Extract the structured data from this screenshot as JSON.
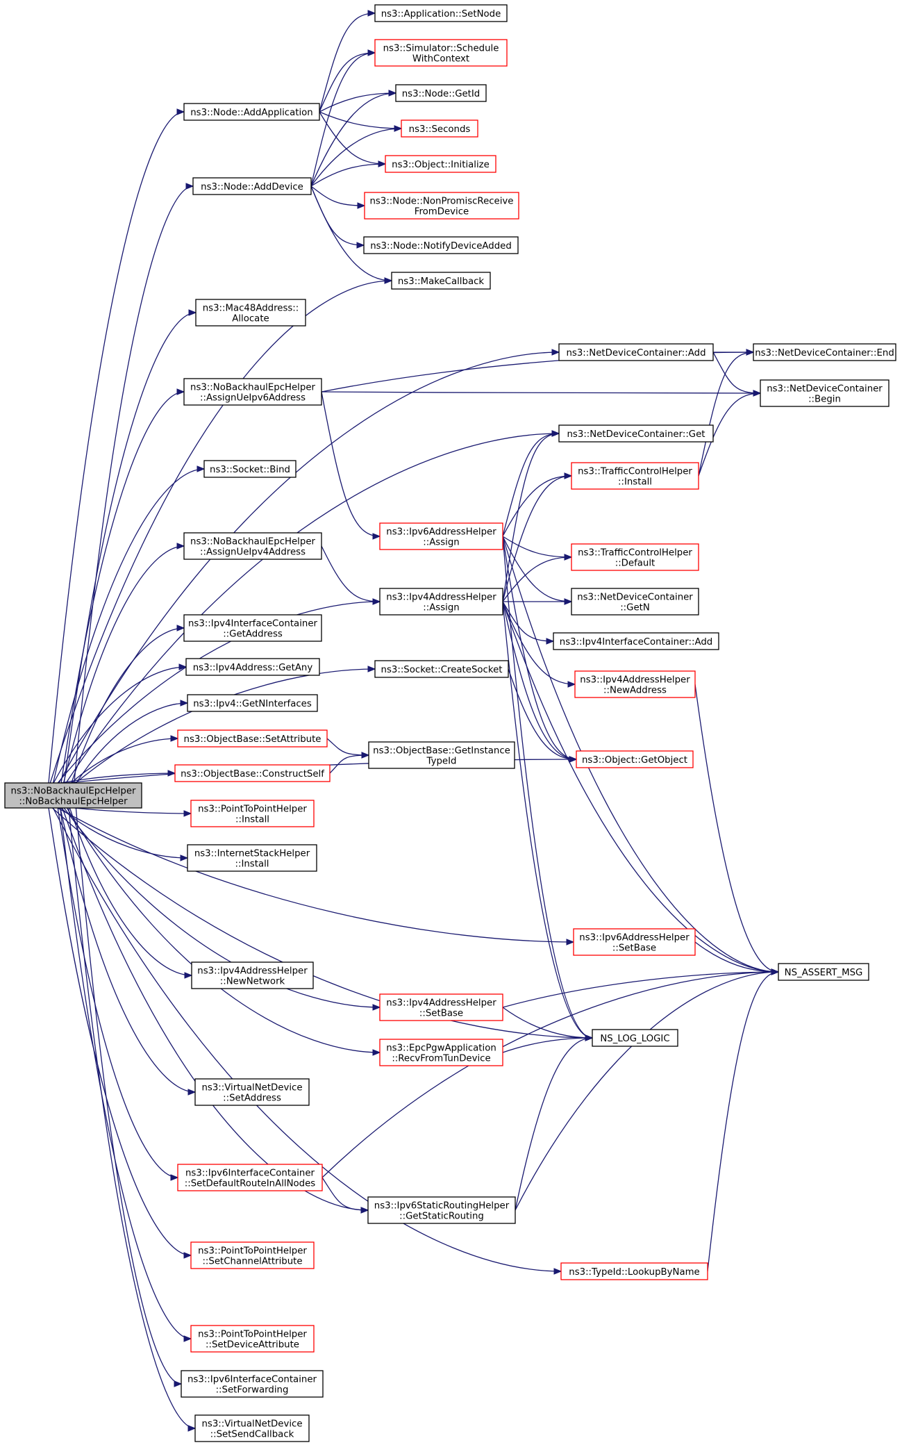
{
  "colors": {
    "edge": "#191970",
    "node_border_default": "#000000",
    "node_border_truncated": "#ff0000",
    "root_fill": "#bfbfbf",
    "background": "#ffffff"
  },
  "nodes": [
    {
      "id": "root",
      "label": [
        "ns3::NoBackhaulEpcHelper",
        "::NoBackhaulEpcHelper"
      ],
      "style": "root"
    },
    {
      "id": "app_setnode",
      "label": [
        "ns3::Application::SetNode"
      ],
      "style": "black"
    },
    {
      "id": "sched_ctx",
      "label": [
        "ns3::Simulator::Schedule",
        "WithContext"
      ],
      "style": "red"
    },
    {
      "id": "node_getid",
      "label": [
        "ns3::Node::GetId"
      ],
      "style": "black"
    },
    {
      "id": "node_addapp",
      "label": [
        "ns3::Node::AddApplication"
      ],
      "style": "black"
    },
    {
      "id": "seconds",
      "label": [
        "ns3::Seconds"
      ],
      "style": "red"
    },
    {
      "id": "obj_init",
      "label": [
        "ns3::Object::Initialize"
      ],
      "style": "red"
    },
    {
      "id": "node_adddev",
      "label": [
        "ns3::Node::AddDevice"
      ],
      "style": "black"
    },
    {
      "id": "node_nonprom",
      "label": [
        "ns3::Node::NonPromiscReceive",
        "FromDevice"
      ],
      "style": "red"
    },
    {
      "id": "node_notify",
      "label": [
        "ns3::Node::NotifyDeviceAdded"
      ],
      "style": "black"
    },
    {
      "id": "makecb",
      "label": [
        "ns3::MakeCallback"
      ],
      "style": "black"
    },
    {
      "id": "mac48",
      "label": [
        "ns3::Mac48Address::",
        "Allocate"
      ],
      "style": "black"
    },
    {
      "id": "ndc_add",
      "label": [
        "ns3::NetDeviceContainer::Add"
      ],
      "style": "black"
    },
    {
      "id": "ndc_end",
      "label": [
        "ns3::NetDeviceContainer::End"
      ],
      "style": "black"
    },
    {
      "id": "assign_v6",
      "label": [
        "ns3::NoBackhaulEpcHelper",
        "::AssignUeIpv6Address"
      ],
      "style": "black"
    },
    {
      "id": "ndc_begin",
      "label": [
        "ns3::NetDeviceContainer",
        "::Begin"
      ],
      "style": "black"
    },
    {
      "id": "ndc_get",
      "label": [
        "ns3::NetDeviceContainer::Get"
      ],
      "style": "black"
    },
    {
      "id": "sock_bind",
      "label": [
        "ns3::Socket::Bind"
      ],
      "style": "black"
    },
    {
      "id": "tch_install",
      "label": [
        "ns3::TrafficControlHelper",
        "::Install"
      ],
      "style": "red"
    },
    {
      "id": "v6ah_assign",
      "label": [
        "ns3::Ipv6AddressHelper",
        "::Assign"
      ],
      "style": "red"
    },
    {
      "id": "assign_v4",
      "label": [
        "ns3::NoBackhaulEpcHelper",
        "::AssignUeIpv4Address"
      ],
      "style": "black"
    },
    {
      "id": "tch_default",
      "label": [
        "ns3::TrafficControlHelper",
        "::Default"
      ],
      "style": "red"
    },
    {
      "id": "v4ah_assign",
      "label": [
        "ns3::Ipv4AddressHelper",
        "::Assign"
      ],
      "style": "black"
    },
    {
      "id": "ndc_getn",
      "label": [
        "ns3::NetDeviceContainer",
        "::GetN"
      ],
      "style": "black"
    },
    {
      "id": "v4ic_getaddr",
      "label": [
        "ns3::Ipv4InterfaceContainer",
        "::GetAddress"
      ],
      "style": "black"
    },
    {
      "id": "v4ic_add",
      "label": [
        "ns3::Ipv4InterfaceContainer::Add"
      ],
      "style": "black"
    },
    {
      "id": "sock_create",
      "label": [
        "ns3::Socket::CreateSocket"
      ],
      "style": "black"
    },
    {
      "id": "v4a_getany",
      "label": [
        "ns3::Ipv4Address::GetAny"
      ],
      "style": "black"
    },
    {
      "id": "v4ah_newaddr",
      "label": [
        "ns3::Ipv4AddressHelper",
        "::NewAddress"
      ],
      "style": "red"
    },
    {
      "id": "ipv4_getn",
      "label": [
        "ns3::Ipv4::GetNInterfaces"
      ],
      "style": "black"
    },
    {
      "id": "ob_setattr",
      "label": [
        "ns3::ObjectBase::SetAttribute"
      ],
      "style": "red"
    },
    {
      "id": "ob_getinst",
      "label": [
        "ns3::ObjectBase::GetInstance",
        "TypeId"
      ],
      "style": "black"
    },
    {
      "id": "ob_construct",
      "label": [
        "ns3::ObjectBase::ConstructSelf"
      ],
      "style": "red"
    },
    {
      "id": "obj_getobj",
      "label": [
        "ns3::Object::GetObject"
      ],
      "style": "red"
    },
    {
      "id": "p2p_install",
      "label": [
        "ns3::PointToPointHelper",
        "::Install"
      ],
      "style": "red"
    },
    {
      "id": "ish_install",
      "label": [
        "ns3::InternetStackHelper",
        "::Install"
      ],
      "style": "black"
    },
    {
      "id": "v6ah_setbase",
      "label": [
        "ns3::Ipv6AddressHelper",
        "::SetBase"
      ],
      "style": "red"
    },
    {
      "id": "assert_msg",
      "label": [
        "NS_ASSERT_MSG"
      ],
      "style": "black"
    },
    {
      "id": "v4ah_newnet",
      "label": [
        "ns3::Ipv4AddressHelper",
        "::NewNetwork"
      ],
      "style": "black"
    },
    {
      "id": "v4ah_setbase",
      "label": [
        "ns3::Ipv4AddressHelper",
        "::SetBase"
      ],
      "style": "red"
    },
    {
      "id": "log_logic",
      "label": [
        "NS_LOG_LOGIC"
      ],
      "style": "black"
    },
    {
      "id": "epc_recv",
      "label": [
        "ns3::EpcPgwApplication",
        "::RecvFromTunDevice"
      ],
      "style": "red"
    },
    {
      "id": "vnd_setaddr",
      "label": [
        "ns3::VirtualNetDevice",
        "::SetAddress"
      ],
      "style": "black"
    },
    {
      "id": "v6ic_setdef",
      "label": [
        "ns3::Ipv6InterfaceContainer",
        "::SetDefaultRouteInAllNodes"
      ],
      "style": "red"
    },
    {
      "id": "v6srh_getsr",
      "label": [
        "ns3::Ipv6StaticRoutingHelper",
        "::GetStaticRouting"
      ],
      "style": "black"
    },
    {
      "id": "p2p_setchan",
      "label": [
        "ns3::PointToPointHelper",
        "::SetChannelAttribute"
      ],
      "style": "red"
    },
    {
      "id": "typeid_lookup",
      "label": [
        "ns3::TypeId::LookupByName"
      ],
      "style": "red"
    },
    {
      "id": "p2p_setdev",
      "label": [
        "ns3::PointToPointHelper",
        "::SetDeviceAttribute"
      ],
      "style": "red"
    },
    {
      "id": "v6ic_setfwd",
      "label": [
        "ns3::Ipv6InterfaceContainer",
        "::SetForwarding"
      ],
      "style": "black"
    },
    {
      "id": "vnd_setsend",
      "label": [
        "ns3::VirtualNetDevice",
        "::SetSendCallback"
      ],
      "style": "black"
    }
  ],
  "edges": [
    [
      "root",
      "node_addapp"
    ],
    [
      "root",
      "node_adddev"
    ],
    [
      "root",
      "makecb"
    ],
    [
      "root",
      "mac48"
    ],
    [
      "root",
      "ndc_add"
    ],
    [
      "root",
      "assign_v6"
    ],
    [
      "root",
      "ndc_get"
    ],
    [
      "root",
      "sock_bind"
    ],
    [
      "root",
      "v4ah_assign"
    ],
    [
      "root",
      "assign_v4"
    ],
    [
      "root",
      "sock_create"
    ],
    [
      "root",
      "v4ic_getaddr"
    ],
    [
      "root",
      "v4a_getany"
    ],
    [
      "root",
      "ipv4_getn"
    ],
    [
      "root",
      "ob_setattr"
    ],
    [
      "root",
      "ob_construct"
    ],
    [
      "root",
      "p2p_install"
    ],
    [
      "root",
      "ish_install"
    ],
    [
      "root",
      "obj_getobj"
    ],
    [
      "root",
      "v6ah_setbase"
    ],
    [
      "root",
      "v4ah_newnet"
    ],
    [
      "root",
      "v4ah_setbase"
    ],
    [
      "root",
      "epc_recv"
    ],
    [
      "root",
      "vnd_setaddr"
    ],
    [
      "root",
      "log_logic"
    ],
    [
      "root",
      "v6ic_setdef"
    ],
    [
      "root",
      "v6srh_getsr"
    ],
    [
      "root",
      "p2p_setchan"
    ],
    [
      "root",
      "typeid_lookup"
    ],
    [
      "root",
      "p2p_setdev"
    ],
    [
      "root",
      "v6ic_setfwd"
    ],
    [
      "root",
      "vnd_setsend"
    ],
    [
      "node_addapp",
      "app_setnode"
    ],
    [
      "node_addapp",
      "sched_ctx"
    ],
    [
      "node_addapp",
      "node_getid"
    ],
    [
      "node_addapp",
      "seconds"
    ],
    [
      "node_addapp",
      "obj_init"
    ],
    [
      "node_adddev",
      "sched_ctx"
    ],
    [
      "node_adddev",
      "node_getid"
    ],
    [
      "node_adddev",
      "seconds"
    ],
    [
      "node_adddev",
      "obj_init"
    ],
    [
      "node_adddev",
      "node_nonprom"
    ],
    [
      "node_adddev",
      "node_notify"
    ],
    [
      "node_adddev",
      "makecb"
    ],
    [
      "ndc_add",
      "ndc_end"
    ],
    [
      "ndc_add",
      "ndc_begin"
    ],
    [
      "assign_v6",
      "ndc_end"
    ],
    [
      "assign_v6",
      "ndc_begin"
    ],
    [
      "assign_v6",
      "v6ah_assign"
    ],
    [
      "tch_install",
      "ndc_end"
    ],
    [
      "tch_install",
      "ndc_begin"
    ],
    [
      "v6ah_assign",
      "ndc_get"
    ],
    [
      "v6ah_assign",
      "tch_install"
    ],
    [
      "v6ah_assign",
      "tch_default"
    ],
    [
      "v6ah_assign",
      "ndc_getn"
    ],
    [
      "v6ah_assign",
      "obj_getobj"
    ],
    [
      "v6ah_assign",
      "log_logic"
    ],
    [
      "v6ah_assign",
      "assert_msg"
    ],
    [
      "assign_v4",
      "v4ah_assign"
    ],
    [
      "v4ah_assign",
      "ndc_get"
    ],
    [
      "v4ah_assign",
      "tch_install"
    ],
    [
      "v4ah_assign",
      "tch_default"
    ],
    [
      "v4ah_assign",
      "ndc_getn"
    ],
    [
      "v4ah_assign",
      "v4ic_add"
    ],
    [
      "v4ah_assign",
      "v4ah_newaddr"
    ],
    [
      "v4ah_assign",
      "obj_getobj"
    ],
    [
      "v4ah_assign",
      "log_logic"
    ],
    [
      "v4ah_assign",
      "assert_msg"
    ],
    [
      "sock_create",
      "obj_getobj"
    ],
    [
      "v4ah_newaddr",
      "assert_msg"
    ],
    [
      "ob_setattr",
      "ob_getinst"
    ],
    [
      "ob_construct",
      "ob_getinst"
    ],
    [
      "v6ah_setbase",
      "assert_msg"
    ],
    [
      "v4ah_setbase",
      "assert_msg"
    ],
    [
      "v4ah_setbase",
      "log_logic"
    ],
    [
      "epc_recv",
      "log_logic"
    ],
    [
      "v6ic_setdef",
      "assert_msg"
    ],
    [
      "v6ic_setdef",
      "v6srh_getsr"
    ],
    [
      "v6srh_getsr",
      "log_logic"
    ],
    [
      "v6srh_getsr",
      "assert_msg"
    ],
    [
      "typeid_lookup",
      "assert_msg"
    ]
  ]
}
